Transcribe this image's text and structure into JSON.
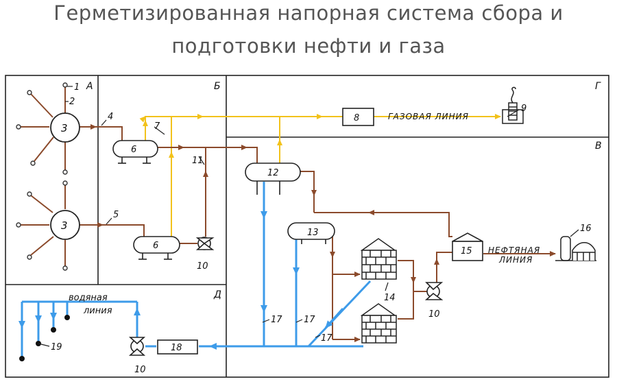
{
  "title": {
    "line1": "Герметизированная напорная система сбора и",
    "line2": "подготовки нефти и газа"
  },
  "zones": {
    "a": "А",
    "b": "Б",
    "v": "В",
    "g": "Г",
    "d": "Д"
  },
  "labels": {
    "gas_line": "ГАЗОВАЯ ЛИНИЯ",
    "oil_line_1": "НЕФТЯНАЯ",
    "oil_line_2": "ЛИНИЯ",
    "water_line_1": "водяная",
    "water_line_2": "линия"
  },
  "numbers": {
    "n1": "1",
    "n2": "2",
    "n3a": "3",
    "n3b": "3",
    "n4": "4",
    "n5": "5",
    "n6a": "6",
    "n6b": "6",
    "n7": "7",
    "n8": "8",
    "n9": "9",
    "n10a": "10",
    "n10b": "10",
    "n10c": "10",
    "n11": "11",
    "n12": "12",
    "n13": "13",
    "n14": "14",
    "n15": "15",
    "n16": "16",
    "n17a": "17",
    "n17b": "17",
    "n17c": "17",
    "n18": "18",
    "n19": "19"
  },
  "colors": {
    "oil": "#8b4a2b",
    "gas": "#f2c21b",
    "water": "#3d9be9",
    "frame": "#222222"
  }
}
